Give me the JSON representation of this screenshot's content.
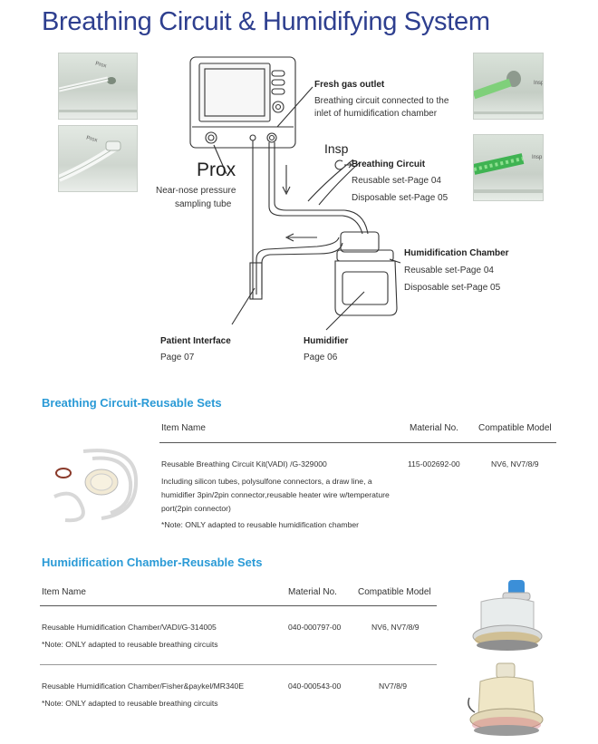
{
  "page": {
    "title": "Breathing Circuit & Humidifying System"
  },
  "diagram": {
    "fresh_gas": {
      "heading": "Fresh gas outlet",
      "line1": "Breathing circuit connected to the",
      "line2": "inlet of humidification chamber"
    },
    "prox": {
      "big": "Prox",
      "desc1": "Near-nose pressure",
      "desc2": "sampling tube"
    },
    "insp": {
      "big": "Insp"
    },
    "photo_labels": {
      "prox": "Prox",
      "insp": "Insp"
    },
    "breathing_circuit": {
      "heading": "Breathing Circuit",
      "line1": "Reusable set-Page 04",
      "line2": "Disposable set-Page 05"
    },
    "humid_chamber": {
      "heading": "Humidification Chamber",
      "line1": "Reusable set-Page 04",
      "line2": "Disposable set-Page 05"
    },
    "patient_interface": {
      "heading": "Patient Interface",
      "page": "Page 07"
    },
    "humidifier": {
      "heading": "Humidifier",
      "page": "Page 06"
    }
  },
  "breathing_circuit_reusable": {
    "heading": "Breathing Circuit-Reusable Sets",
    "headers": {
      "item": "Item Name",
      "material": "Material No.",
      "model": "Compatible Model"
    },
    "row": {
      "name": "Reusable Breathing Circuit Kit(VADI) /G-329000",
      "desc": [
        "Including silicon tubes, polysulfone connectors,  a draw line, a",
        "humidifier 3pin/2pin connector,reusable heater wire w/temperature",
        "port(2pin connector)"
      ],
      "note": "*Note: ONLY adapted to reusable humidification chamber",
      "material": "115-002692-00",
      "model": "NV6, NV7/8/9"
    }
  },
  "humid_chamber_reusable": {
    "heading": "Humidification Chamber-Reusable Sets",
    "headers": {
      "item": "Item Name",
      "material": "Material No.",
      "model": "Compatible Model"
    },
    "rows": [
      {
        "name": "Reusable Humidification Chamber/VADI/G-314005",
        "note": "*Note: ONLY adapted to reusable breathing circuits",
        "material": "040-000797-00",
        "model": "NV6, NV7/8/9"
      },
      {
        "name": "Reusable Humidification Chamber/Fisher&paykel/MR340E",
        "note": "*Note: ONLY adapted to reusable breathing circuits",
        "material": "040-000543-00",
        "model": "NV7/8/9"
      }
    ]
  }
}
